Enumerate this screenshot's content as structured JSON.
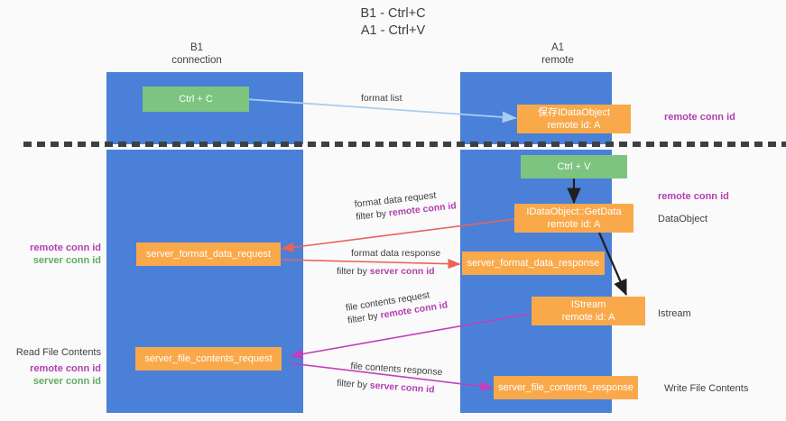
{
  "title": {
    "line1": "B1 - Ctrl+C",
    "line2": "A1 - Ctrl+V"
  },
  "columns": [
    {
      "name": "B1",
      "role": "connection"
    },
    {
      "name": "A1",
      "role": "remote"
    }
  ],
  "nodes": {
    "ctrl_c": {
      "label": "Ctrl + C"
    },
    "save_dataobject": {
      "line1": "保存IDataObject",
      "line2": "remote id: A"
    },
    "ctrl_v": {
      "label": "Ctrl + V"
    },
    "getdata": {
      "line1": "IDataObject::GetData",
      "line2": "remote id: A"
    },
    "fmt_req": {
      "label": "server_format_data_request"
    },
    "fmt_resp": {
      "label": "server_format_data_response"
    },
    "istream": {
      "line1": "IStream",
      "line2": "remote id: A"
    },
    "file_req": {
      "label": "server_file_contents_request"
    },
    "file_resp": {
      "label": "server_file_contents_response"
    }
  },
  "edges": {
    "format_list": {
      "caption": "format list"
    },
    "format_data_request": {
      "caption": "format data request",
      "filter_prefix": "filter by ",
      "filter_key": "remote conn id"
    },
    "format_data_response": {
      "caption": "format data response",
      "filter_prefix": "filter by ",
      "filter_key": "server conn id"
    },
    "file_contents_request": {
      "caption": "file contents request",
      "filter_prefix": "filter by ",
      "filter_key": "remote conn id"
    },
    "file_contents_response": {
      "caption": "file contents response",
      "filter_prefix": "filter by ",
      "filter_key": "server conn id"
    }
  },
  "annotations": {
    "right_remote_conn_top": "remote conn id",
    "right_remote_conn_mid": "remote conn id",
    "right_dataobject": "DataObject",
    "right_istream": "Istream",
    "right_write_file": "Write File Contents",
    "left_remote_conn": "remote conn id",
    "left_server_conn": "server conn id",
    "left_read_file": "Read File Contents",
    "left_remote_conn2": "remote conn id",
    "left_server_conn2": "server conn id"
  },
  "colors": {
    "lane": "#4a80d8",
    "green_node": "#7cc47f",
    "orange_node": "#f9a94a",
    "purple": "#b23fb0",
    "green_text": "#5fae63",
    "red_arrow": "#e8645a",
    "magenta_arrow": "#c13fbb",
    "lightblue_arrow": "#a8cdf0",
    "black_arrow": "#1f1f1f",
    "background": "#fafafa"
  }
}
